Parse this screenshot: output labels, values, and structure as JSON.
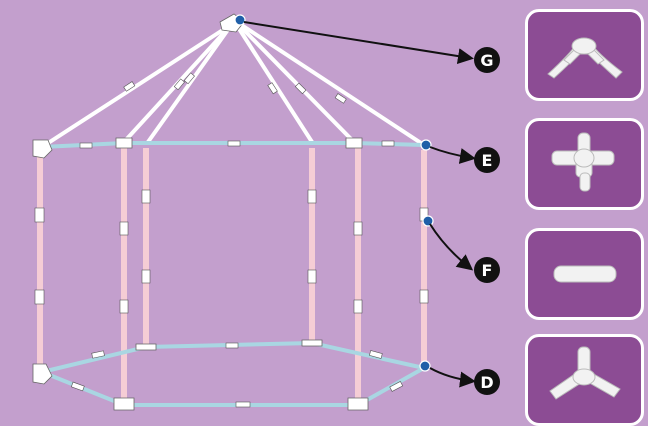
{
  "diagram": {
    "callouts": [
      {
        "letter": "G",
        "part": "crown-connector"
      },
      {
        "letter": "E",
        "part": "corner-connector"
      },
      {
        "letter": "F",
        "part": "straight-sleeve"
      },
      {
        "letter": "D",
        "part": "base-connector"
      }
    ]
  },
  "colors": {
    "background": "#c39fcd",
    "card_background": "#8c4c94",
    "roof_poles": "#ffffff",
    "vertical_poles": "#f5cdd5",
    "ring_poles": "#a9d6e2",
    "marker_dot": "#1f5fa8",
    "badge": "#111111"
  }
}
